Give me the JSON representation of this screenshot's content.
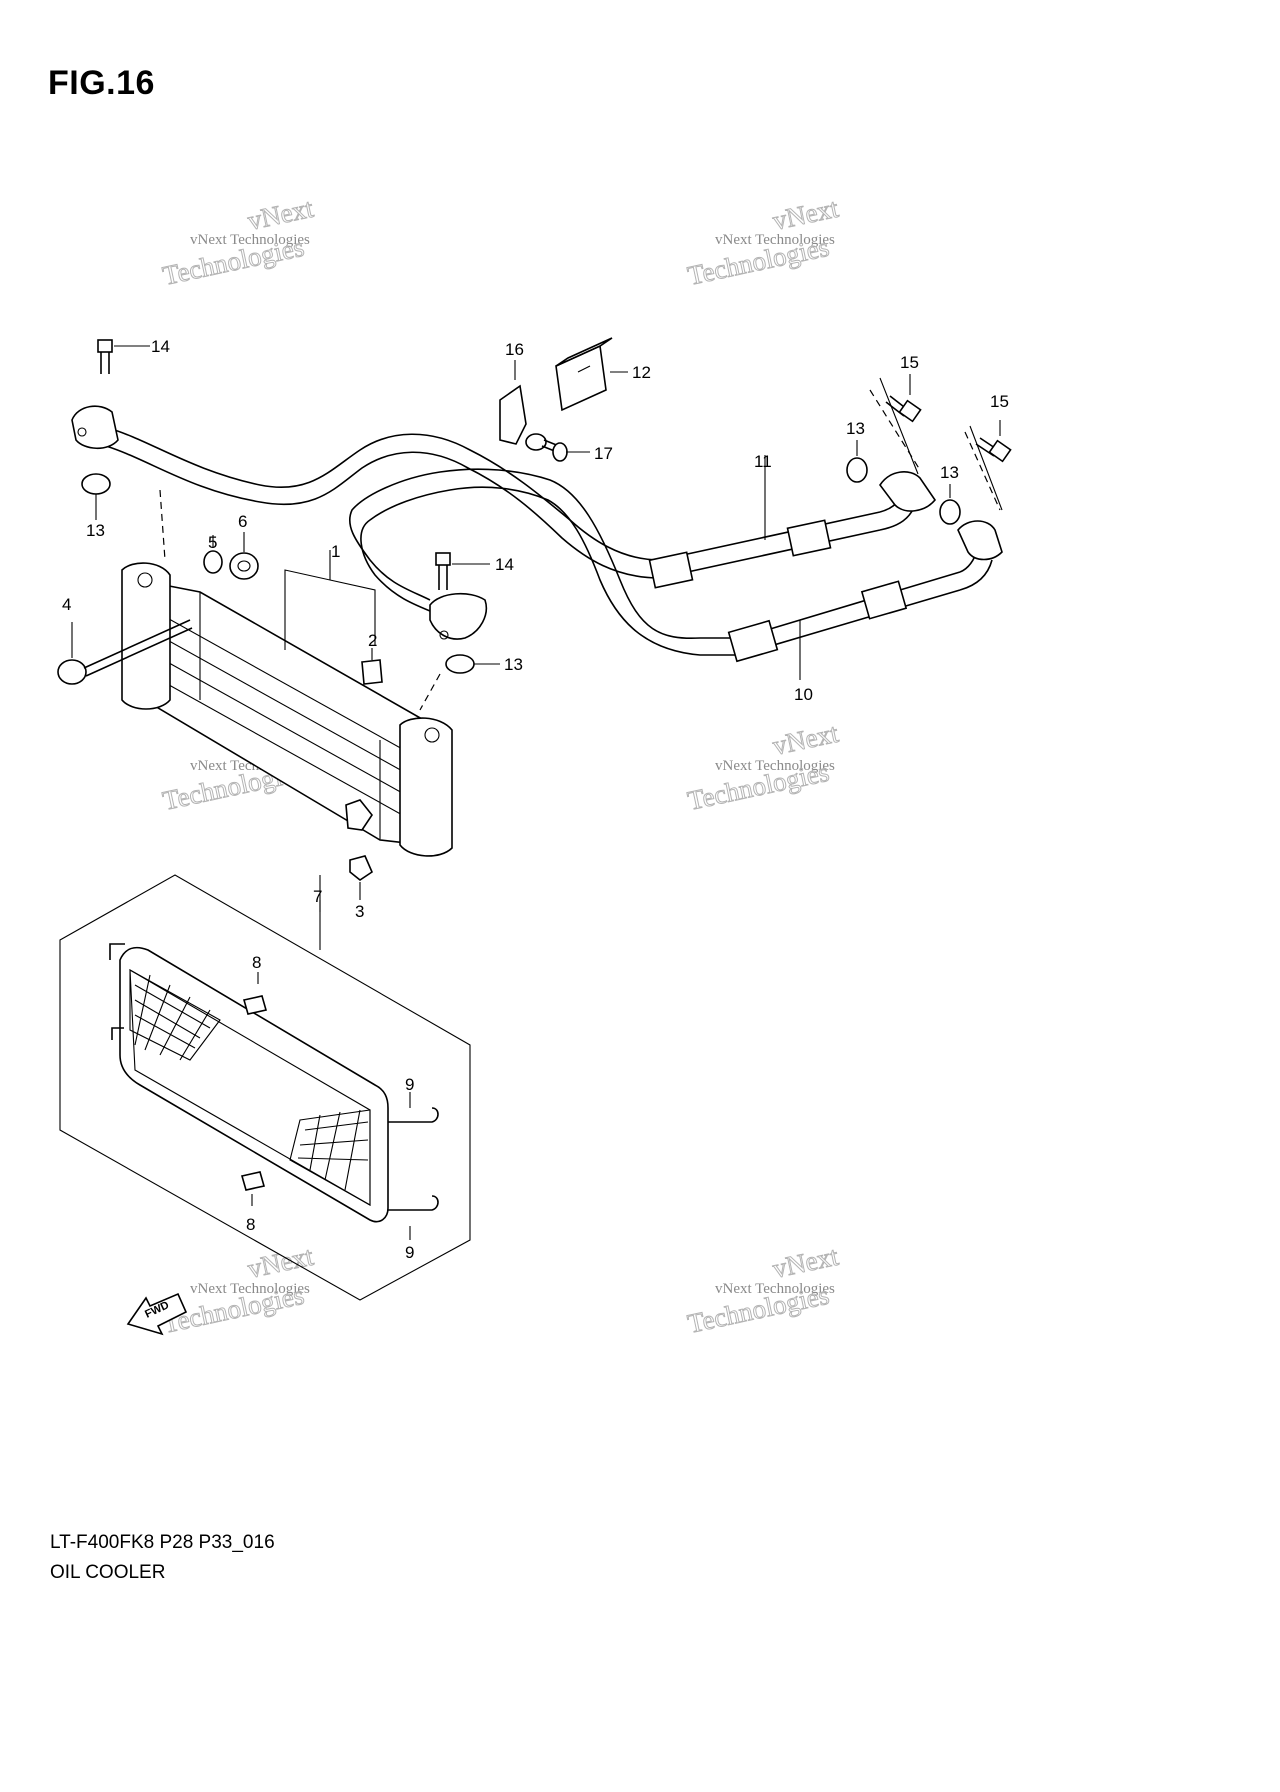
{
  "figure": {
    "title": "FIG.16",
    "model_code": "LT-F400FK8 P28 P33_016",
    "caption": "OIL COOLER"
  },
  "watermark": {
    "line1": "vNext Technologies",
    "line2": "Technologies",
    "line3": "vNext"
  },
  "fwd_label": "FWD",
  "callouts": [
    "1",
    "2",
    "3",
    "4",
    "5",
    "6",
    "7",
    "8",
    "8",
    "9",
    "9",
    "10",
    "11",
    "12",
    "13",
    "13",
    "13",
    "13",
    "14",
    "14",
    "15",
    "15",
    "16",
    "17"
  ]
}
